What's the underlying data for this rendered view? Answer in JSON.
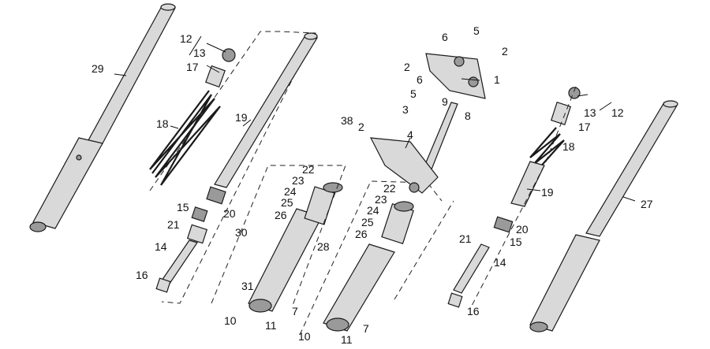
{
  "callouts": {
    "c1": "1",
    "c2a": "2",
    "c2b": "2",
    "c2c": "2",
    "c3": "3",
    "c4": "4",
    "c5a": "5",
    "c5b": "5",
    "c6a": "6",
    "c6b": "6",
    "c7a": "7",
    "c7b": "7",
    "c8": "8",
    "c9": "9",
    "c10a": "10",
    "c10b": "10",
    "c11a": "11",
    "c11b": "11",
    "c12a": "12",
    "c12b": "12",
    "c13a": "13",
    "c13b": "13",
    "c14a": "14",
    "c14b": "14",
    "c15a": "15",
    "c15b": "15",
    "c16a": "16",
    "c16b": "16",
    "c17a": "17",
    "c17b": "17",
    "c18a": "18",
    "c18b": "18",
    "c19a": "19",
    "c19b": "19",
    "c20a": "20",
    "c20b": "20",
    "c21a": "21",
    "c21b": "21",
    "c22a": "22",
    "c22b": "22",
    "c23a": "23",
    "c23b": "23",
    "c24a": "24",
    "c24b": "24",
    "c25a": "25",
    "c25b": "25",
    "c26a": "26",
    "c26b": "26",
    "c27": "27",
    "c28": "28",
    "c29": "29",
    "c30": "30",
    "c31": "31",
    "c38": "38"
  }
}
